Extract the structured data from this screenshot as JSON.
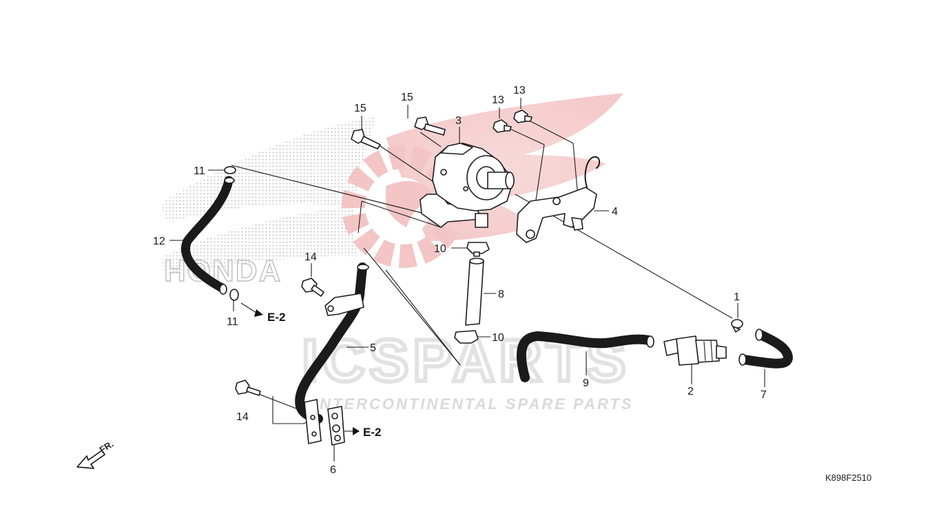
{
  "diagram": {
    "drawing_code": "K898F2510",
    "direction_marker": "FR.",
    "reference_label": "E-2",
    "watermark": {
      "brand": "ICSPARTS",
      "tagline": "INTERCONTINENTAL SPARE PARTS",
      "logo_text": "HONDA",
      "colors": {
        "wing": "#f3c7c7",
        "brand_text": "#e2e2e2",
        "dots": "#b8b8b8"
      }
    },
    "callouts": {
      "c1": "1",
      "c2": "2",
      "c3": "3",
      "c4": "4",
      "c5": "5",
      "c6": "6",
      "c7": "7",
      "c8": "8",
      "c9": "9",
      "c10a": "10",
      "c10b": "10",
      "c11a": "11",
      "c11b": "11",
      "c12": "12",
      "c13a": "13",
      "c13b": "13",
      "c14a": "14",
      "c14b": "14",
      "c15a": "15",
      "c15b": "15"
    }
  }
}
